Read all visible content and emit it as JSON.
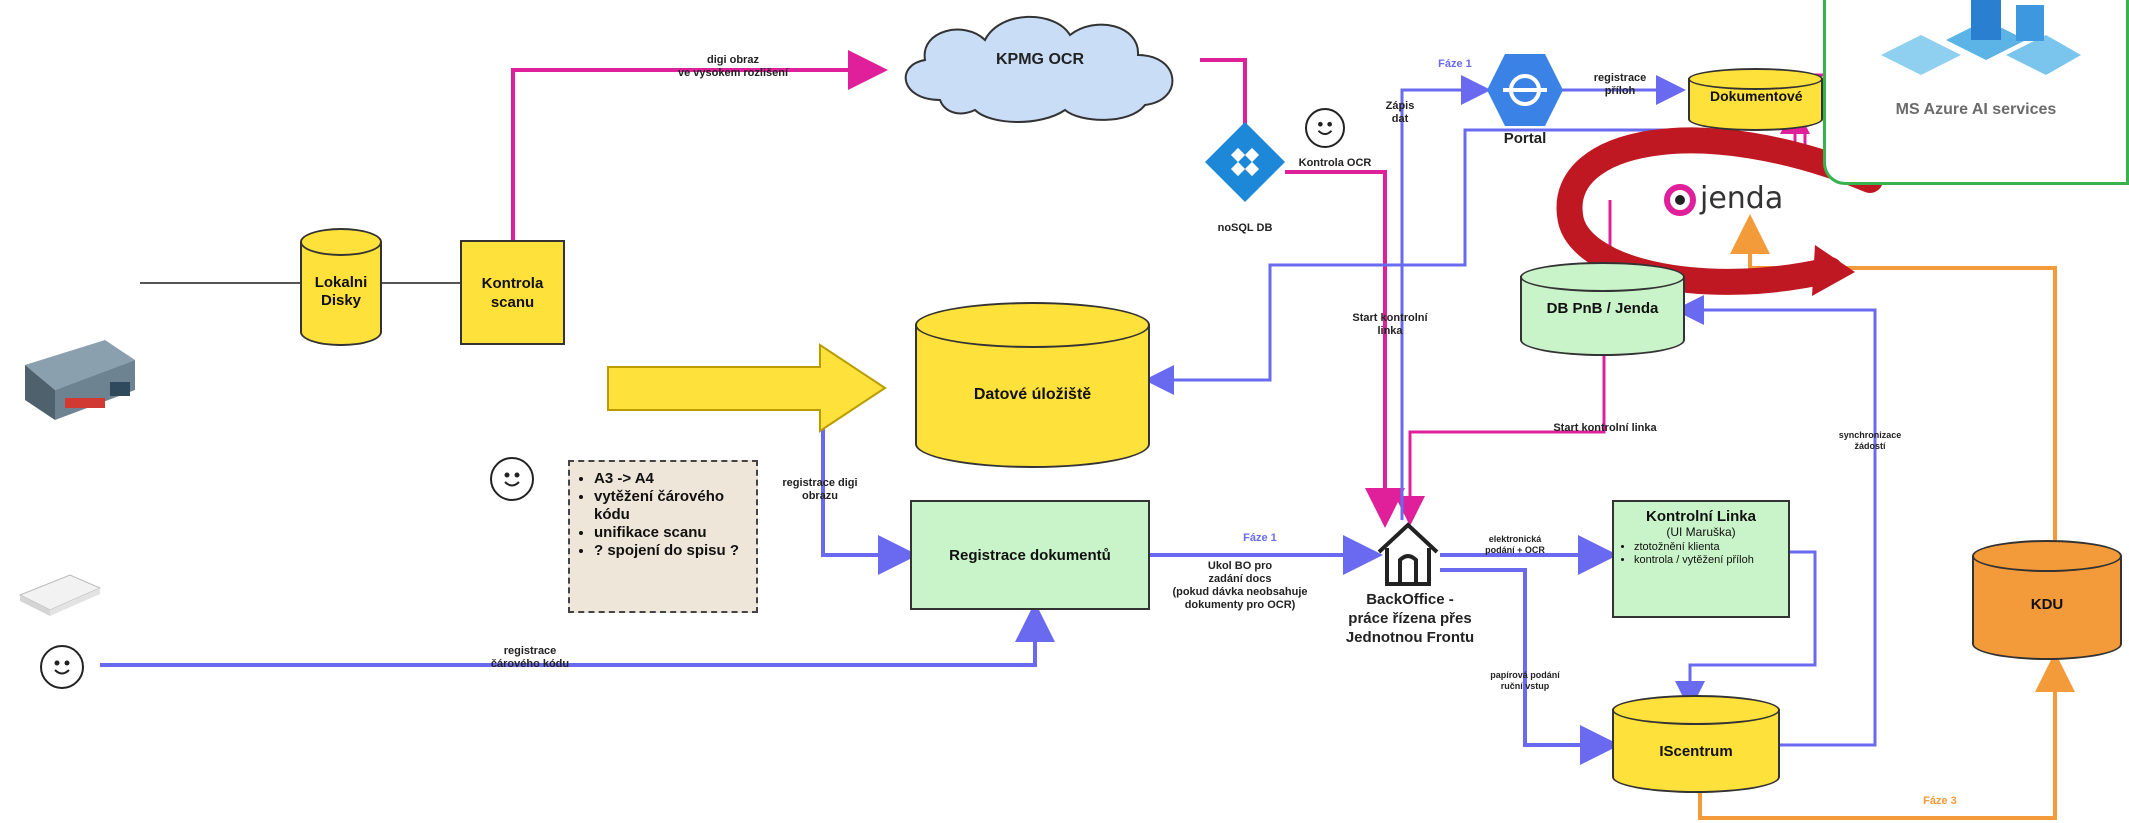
{
  "nodes": {
    "lokalni_disky": "Lokalni\nDisky",
    "kontrola_scanu": "Kontrola\nscanu",
    "kpmg_ocr": "KPMG OCR",
    "nosql_db": "noSQL DB",
    "kontrola_ocr": "Kontrola OCR",
    "datove_uloziste": "Datové úložiště",
    "registrace_dokumentu": "Registrace dokumentů",
    "portal": "Portal",
    "dokumentove": "Dokumentové",
    "db_pnb_jenda": "DB PnB / Jenda",
    "jenda_logo": "jenda",
    "azure_label": "MS Azure AI services",
    "backoffice": "BackOffice -\npráce řízena přes\nJednotnou Frontu",
    "kontrolni_linka_title": "Kontrolní Linka",
    "kontrolni_linka_sub": "(UI Maruška)",
    "kontrolni_linka_items": [
      "ztotožnění klienta",
      "kontrola / vytěžení příloh"
    ],
    "iscentrum": "IScentrum",
    "kdu": "KDU"
  },
  "note": {
    "items": [
      "A3 -> A4",
      "vytěžení čárového kódu",
      "unifikace scanu",
      "? spojení do spisu ?"
    ]
  },
  "edge_labels": {
    "digi_obraz": "digi obraz\nve vysokem rozlišení",
    "faze1_top": "Fáze 1",
    "zapis_dat": "Zápis\ndat",
    "registrace_priloh": "registrace\npříloh",
    "start_kontrolni_linka_1": "Start kontrolní\nlinka",
    "start_kontrolni_linka_2": "Start kontrolní linka",
    "registrace_digi": "registrace digi\nobrazu",
    "faze1_mid": "Fáze 1",
    "ukol_bo": "Ukol BO pro\nzadání docs\n(pokud dávka neobsahuje\ndokumenty pro OCR)",
    "elektronicka": "elektronická\npodání + OCR",
    "papirova": "papírová podání\nruční vstup",
    "synchronizace": "synchronizace\nžádostí",
    "registrace_carkodu": "registrace\nčárového kódu",
    "faze3": "Fáze 3"
  },
  "colors": {
    "magenta": "#e0209a",
    "blue": "#6a6af0",
    "orange": "#f39a3a",
    "yellow": "#ffe13b",
    "green": "#c9f3c8",
    "red_arrow": "#c01822",
    "azure_border": "#37b24d"
  },
  "icons": [
    "scanner-icon",
    "paper-stack-icon",
    "smiley-icon",
    "cloud-icon",
    "nosql-db-icon",
    "portal-icon",
    "house-icon",
    "azure-cloud-icon",
    "jenda-logo-icon",
    "curved-arrow-icon"
  ]
}
